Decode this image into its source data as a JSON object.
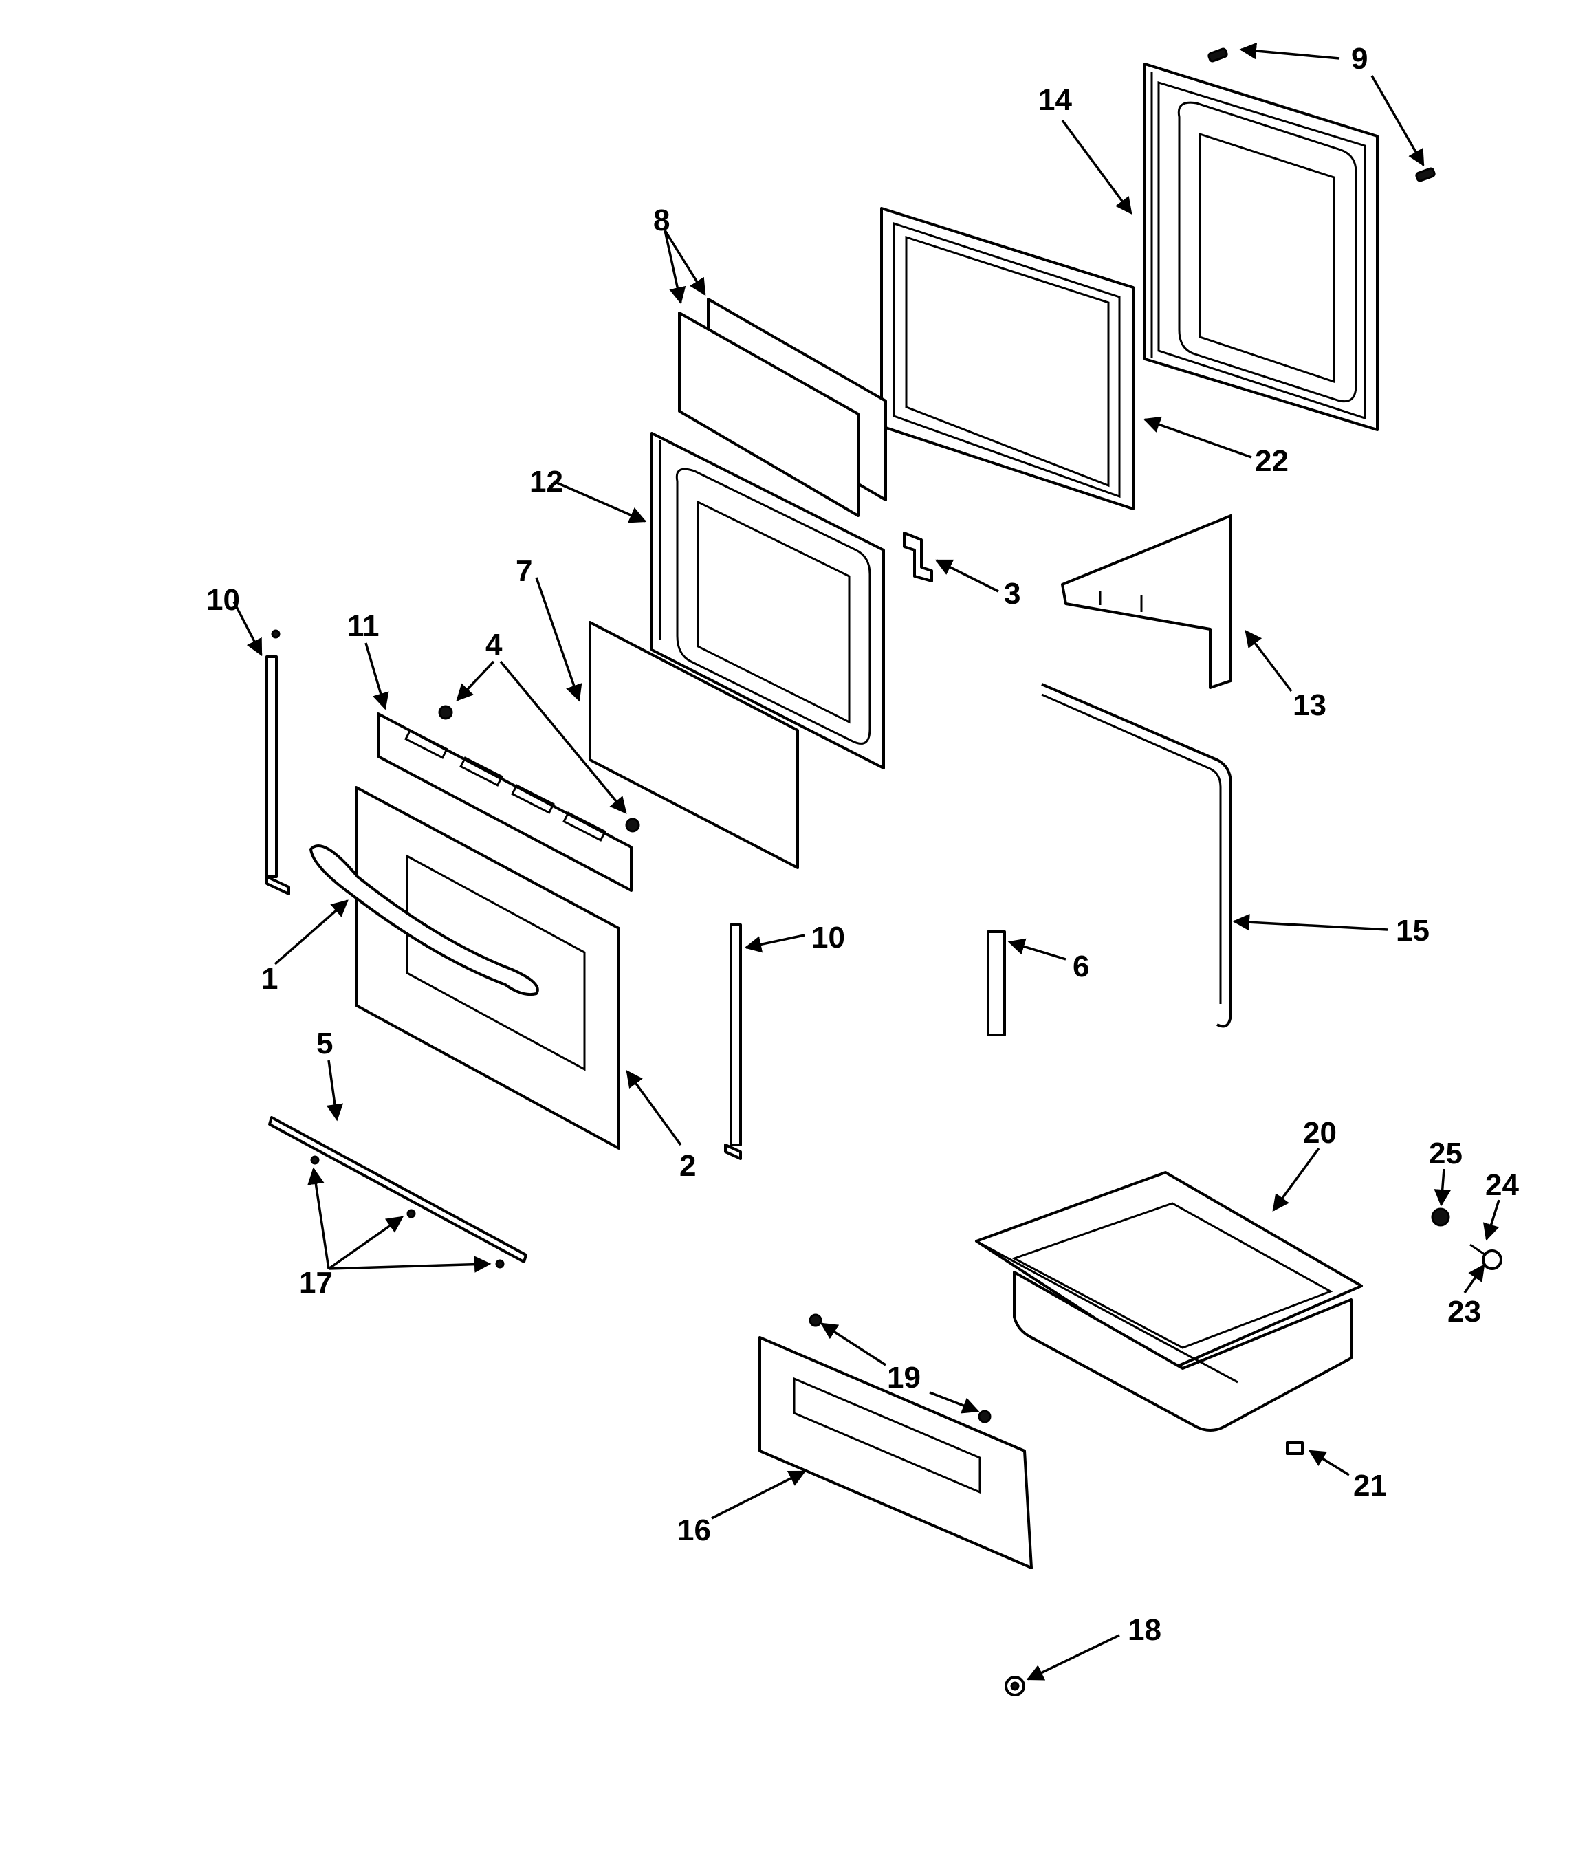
{
  "callouts": {
    "c1": "1",
    "c2": "2",
    "c3": "3",
    "c4": "4",
    "c5": "5",
    "c6": "6",
    "c7": "7",
    "c8": "8",
    "c9": "9",
    "c10a": "10",
    "c10b": "10",
    "c11": "11",
    "c12": "12",
    "c13": "13",
    "c14": "14",
    "c15": "15",
    "c16": "16",
    "c17": "17",
    "c18": "18",
    "c19": "19",
    "c20": "20",
    "c21": "21",
    "c22": "22",
    "c23": "23",
    "c24": "24",
    "c25": "25"
  }
}
